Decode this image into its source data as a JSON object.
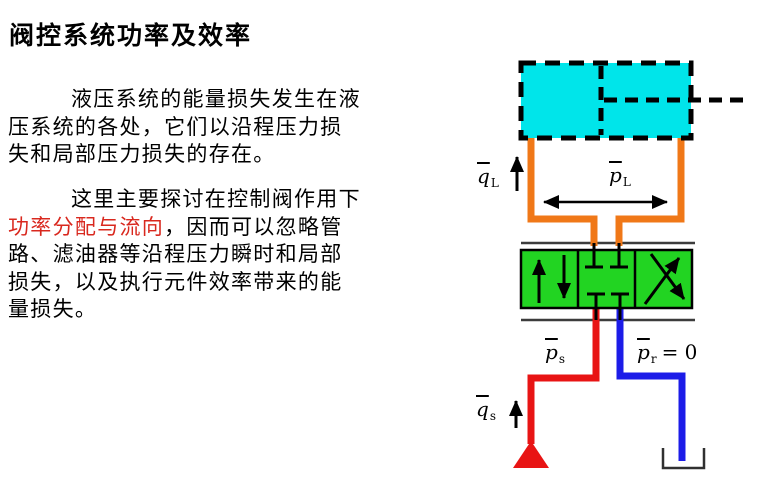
{
  "theme": {
    "bg": "#ffffff",
    "text": "#000000",
    "highlight": "#d9281e",
    "cylinder": "#00e5ea",
    "pipe-load": "#f07818",
    "valve": "#22d422",
    "pipe-supply": "#e81414",
    "pipe-return": "#1c1ce8",
    "plate-line": "#3c3c3c"
  },
  "title": "阀控系统功率及效率",
  "paragraph1": {
    "line1": "液压系统的能量损失发生在液",
    "line2": "压系统的各处，它们以沿程压力损",
    "line3": "失和局部压力损失的存在。"
  },
  "paragraph2": {
    "line1": "这里主要探讨在控制阀作用下",
    "line2_highlight": "功率分配与流向",
    "line2_rest": "，因而可以忽略管",
    "line3": "路、滤油器等沿程压力瞬时和局部",
    "line4": "损失，以及执行元件效率带来的能",
    "line5": "量损失。"
  },
  "diagram": {
    "labels": {
      "load_flow": {
        "base": "q",
        "sub": "L"
      },
      "load_pressure": {
        "base": "p",
        "sub": "L"
      },
      "supply_pressure": {
        "base": "p",
        "sub": "s"
      },
      "return_pressure": {
        "base": "p",
        "sub": "r",
        "suffix": "= 0"
      },
      "supply_flow": {
        "base": "q",
        "sub": "s"
      }
    }
  }
}
